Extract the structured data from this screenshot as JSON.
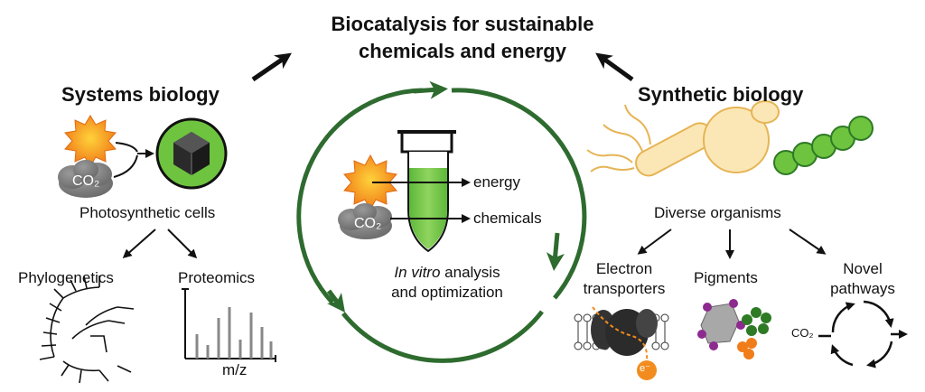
{
  "title": {
    "line1": "Biocatalysis for sustainable",
    "line2": "chemicals and energy"
  },
  "systems": {
    "heading": "Systems biology",
    "co2": "CO₂",
    "cells": "Photosynthetic cells",
    "phylo": "Phylogenetics",
    "proteomics": "Proteomics",
    "mz": "m/z"
  },
  "center": {
    "energy": "energy",
    "chemicals": "chemicals",
    "co2": "CO₂",
    "invitro_italic": "In vitro",
    "invitro_rest": " analysis",
    "line2": "and optimization"
  },
  "synthetic": {
    "heading": "Synthetic biology",
    "organisms": "Diverse organisms",
    "electron1": "Electron",
    "electron2": "transporters",
    "pigments": "Pigments",
    "novel1": "Novel",
    "novel2": "pathways",
    "co2": "CO₂",
    "electron_symbol": "e⁻"
  },
  "colors": {
    "cycle_green": "#2e6b2f",
    "cell_green": "#6ec33f",
    "sun_orange": "#f07d1a",
    "cloud_gray": "#7a7a7a",
    "organism_tan": "#f0d08a",
    "pigment_purple": "#8d2a8f"
  }
}
